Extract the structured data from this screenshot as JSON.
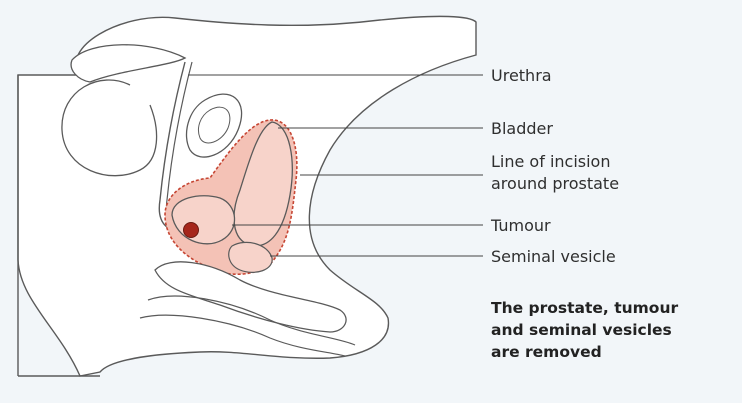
{
  "labels": {
    "urethra": "Urethra",
    "bladder": "Bladder",
    "incision_line1": "Line of incision",
    "incision_line2": "around prostate",
    "tumour": "Tumour",
    "seminal_vesicle": "Seminal vesicle"
  },
  "caption": {
    "line1": "The prostate, tumour",
    "line2": "and seminal vesicles",
    "line3": "are removed"
  },
  "colors": {
    "background": "#f2f6f9",
    "body_fill": "#ffffff",
    "outline": "#5a5a5a",
    "removed_tissue": "#f4c2b6",
    "incision_line": "#c64634",
    "tumour": "#a6261b"
  }
}
